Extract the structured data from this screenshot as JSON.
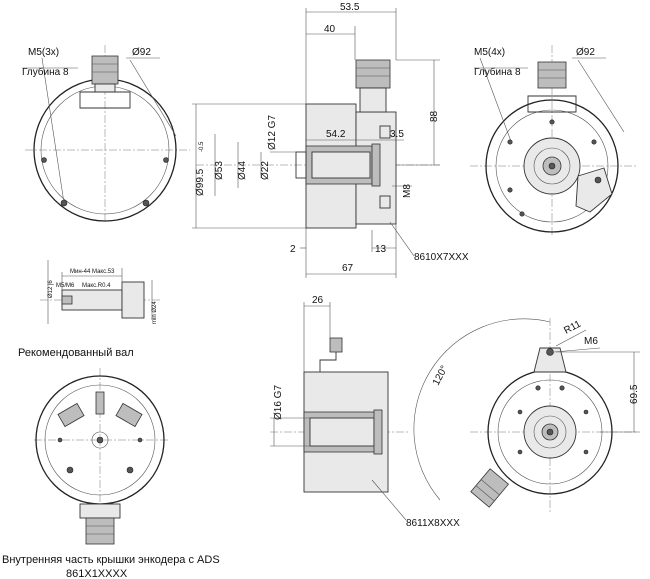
{
  "labels": {
    "front_left_thread": "M5(3x)",
    "front_left_depth": "Глубина 8",
    "front_left_dia": "Ø92",
    "front_right_thread": "M5(4x)",
    "front_right_depth": "Глубина 8",
    "front_right_dia": "Ø92",
    "dim_53_5": "53.5",
    "dim_40": "40",
    "dim_88": "88",
    "dim_54_2": "54.2",
    "dim_3_5": "3.5",
    "dim_d12g7": "Ø12 G7",
    "dim_d99": "Ø99.5",
    "dim_d99_tol": "-0.5",
    "dim_d53": "Ø53",
    "dim_d44": "Ø44",
    "dim_d22": "Ø22",
    "dim_m8": "M8",
    "dim_2": "2",
    "dim_13": "13",
    "dim_67": "67",
    "part_side_top": "8610X7XXX",
    "shaft_min_max": "Мин-44 Макс.53",
    "shaft_thread": "M5/M6",
    "shaft_radius": "Макс.R0.4",
    "shaft_fit": "Ø12 j6",
    "shaft_min24": "min Ø24",
    "caption_shaft": "Рекомендованный вал",
    "dim_26": "26",
    "dim_d16g7": "Ø16 G7",
    "part_side_bottom": "8611X8XXX",
    "dim_r11": "R11",
    "dim_m6": "M6",
    "dim_120": "120°",
    "dim_69_5": "69.5",
    "caption_cover": "Внутренняя часть крышки энкодера с ADS",
    "caption_cover_code": "861X1XXXX"
  }
}
